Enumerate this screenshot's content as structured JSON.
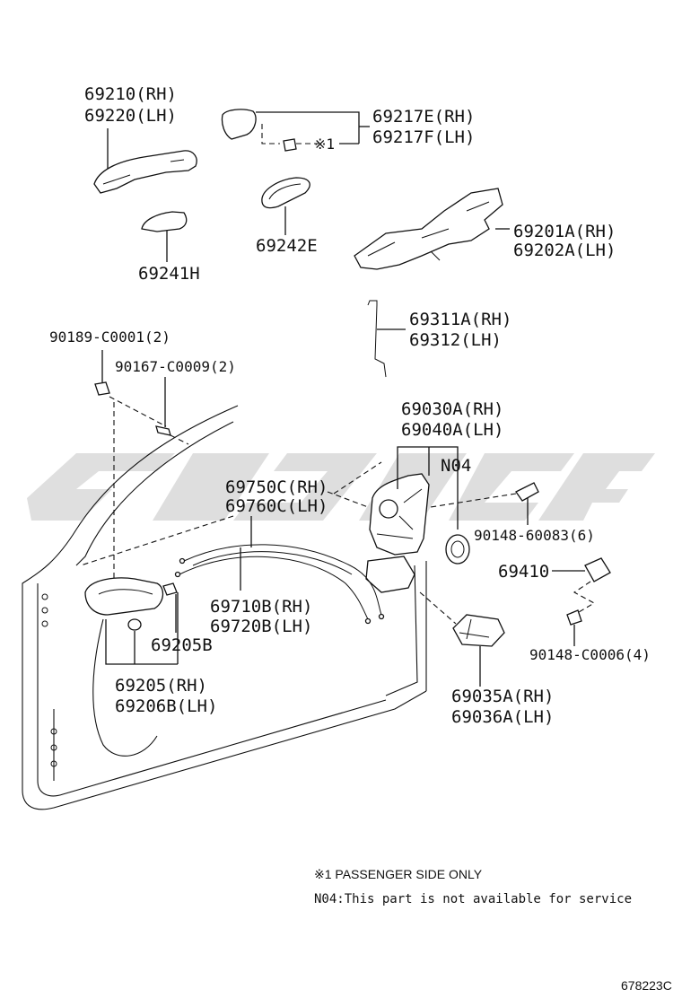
{
  "parts": {
    "outer_handle": {
      "rh": "69210(RH)",
      "lh": "69220(LH)"
    },
    "outer_handle_cap": {
      "rh": "69217E(RH)",
      "lh": "69217F(LH)",
      "mark": "※1"
    },
    "handle_pad_rear": "69241H",
    "handle_pad_front": "69242E",
    "outer_frame": {
      "rh": "69201A(RH)",
      "lh": "69202A(LH)"
    },
    "lock_rod": {
      "rh": "69311A(RH)",
      "lh": "69312(LH)"
    },
    "clip": "90189-C0001(2)",
    "screw_inner": "90167-C0009(2)",
    "lock_assy": {
      "rh": "69030A(RH)",
      "lh": "69040A(LH)"
    },
    "no_service_part": "N04",
    "lock_screw": "90148-60083(6)",
    "cable_lock": {
      "rh": "69750C(RH)",
      "lh": "69760C(LH)"
    },
    "striker": "69410",
    "cable_open": {
      "rh": "69710B(RH)",
      "lh": "69720B(LH)"
    },
    "striker_screw": "90148-C0006(4)",
    "inner_handle_bezel": "69205B",
    "inner_handle": {
      "rh": "69205(RH)",
      "lh": "69206B(LH)"
    },
    "lock_cover": {
      "rh": "69035A(RH)",
      "lh": "69036A(LH)"
    }
  },
  "notes": {
    "passenger_only": "※1 PASSENGER SIDE ONLY",
    "n04_note": "N04:This part is not available for service"
  },
  "figure_id": "678223C",
  "watermark_color": "#d9d9d9"
}
